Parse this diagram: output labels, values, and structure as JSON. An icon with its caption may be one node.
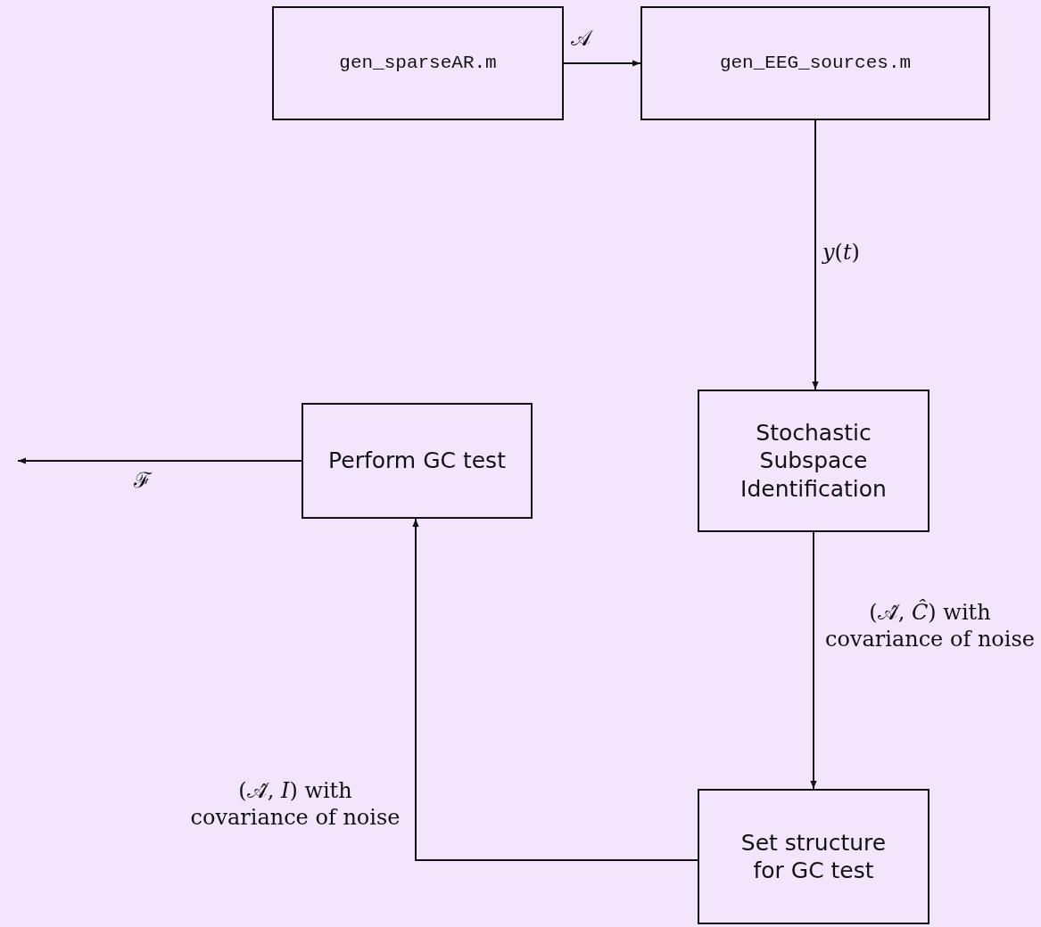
{
  "diagram": {
    "nodes": [
      {
        "text": [
          "gen_sparseAR.m"
        ]
      },
      {
        "text": [
          "gen_EEG_sources.m"
        ]
      },
      {
        "text": [
          "Stochastic Subspace Identification"
        ]
      },
      {
        "text": [
          "Set structure for GC test"
        ]
      },
      {
        "text": [
          "Perform GC test"
        ]
      }
    ],
    "edges": [
      {
        "from": 0,
        "to": 1,
        "arrow": "to",
        "label": "𝒜"
      },
      {
        "from": 1,
        "to": 2,
        "arrow": "to",
        "label": "*y*(*t*)"
      },
      {
        "from": 2,
        "to": 3,
        "arrow": "to",
        "label": "(𝒜̂, *Ĉ*) with covariance of noise"
      },
      {
        "from": 3,
        "to": 4,
        "arrow": "to",
        "label": "(𝒜̂, *I*) with covariance of noise"
      },
      {
        "from": 4,
        "to": null,
        "arrow": "to",
        "label": "ℱ"
      }
    ]
  }
}
